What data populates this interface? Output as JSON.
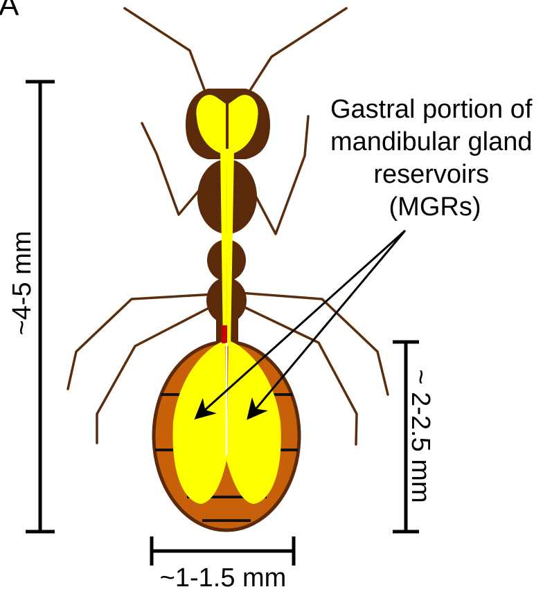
{
  "panel_label": "A",
  "annotation": {
    "lines": [
      "Gastral portion of",
      "mandibular gland",
      "reservoirs",
      "(MGRs)"
    ]
  },
  "scales": {
    "body_length": "~4-5 mm",
    "gaster_length": "~ 2-2.5 mm",
    "gaster_width": "~1-1.5 mm"
  },
  "colors": {
    "cuticle_dark": "#5a2a0a",
    "gaster": "#c8600a",
    "reservoir": "#ffff00",
    "duct_red": "#cc0000",
    "legs": "#5a2d0c",
    "scale_bar": "#000000"
  }
}
